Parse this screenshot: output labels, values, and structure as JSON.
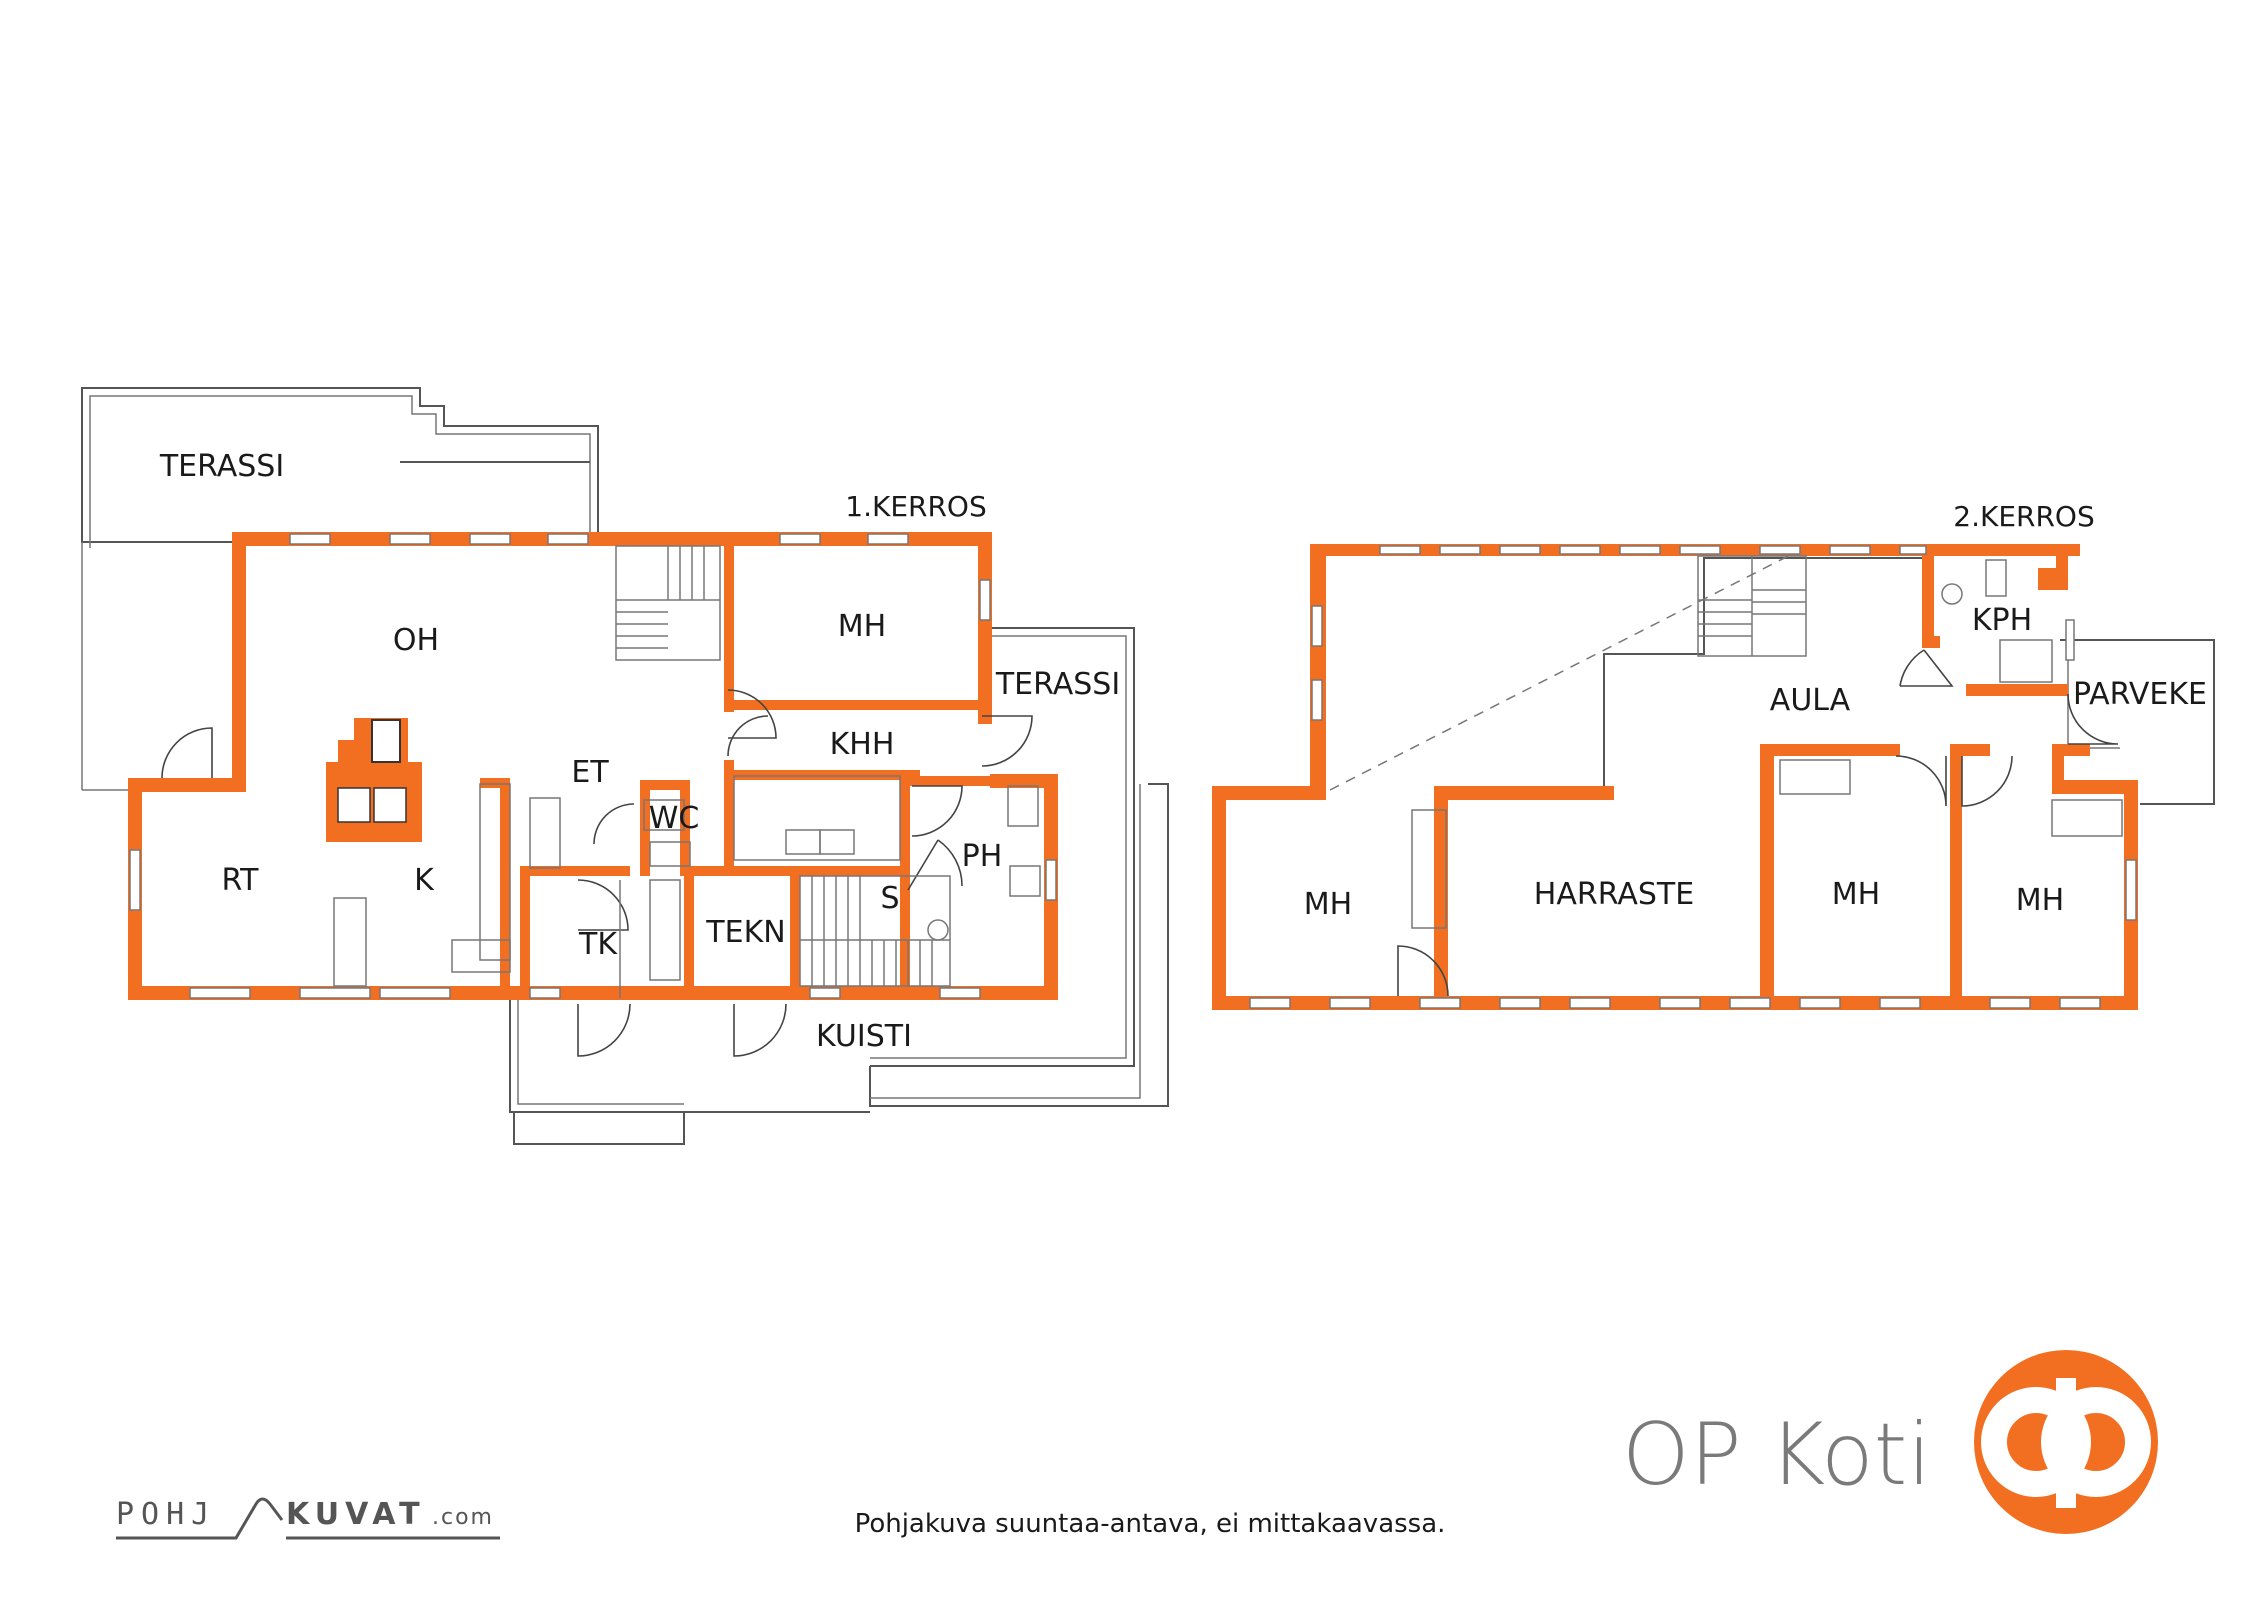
{
  "floors": {
    "first": {
      "title": "1.KERROS",
      "rooms": {
        "terassi_nw": "TERASSI",
        "oh": "OH",
        "mh": "MH",
        "terassi_e": "TERASSI",
        "khh": "KHH",
        "et": "ET",
        "wc": "WC",
        "ph": "PH",
        "rt": "RT",
        "k": "K",
        "s": "S",
        "tekn": "TEKN",
        "tk": "TK",
        "kuisti": "KUISTI"
      }
    },
    "second": {
      "title": "2.KERROS",
      "rooms": {
        "aula": "AULA",
        "kph": "KPH",
        "parveke": "PARVEKE",
        "mh_west": "MH",
        "harraste": "HARRASTE",
        "mh_mid": "MH",
        "mh_east": "MH"
      }
    }
  },
  "brand": {
    "name": "OP Koti",
    "color": "#f26f21"
  },
  "note": "Pohjakuva suuntaa-antava, ei mittakaavassa.",
  "credit": {
    "part1": "POHJ",
    "part2": "KUVAT",
    "suffix": ".com"
  }
}
